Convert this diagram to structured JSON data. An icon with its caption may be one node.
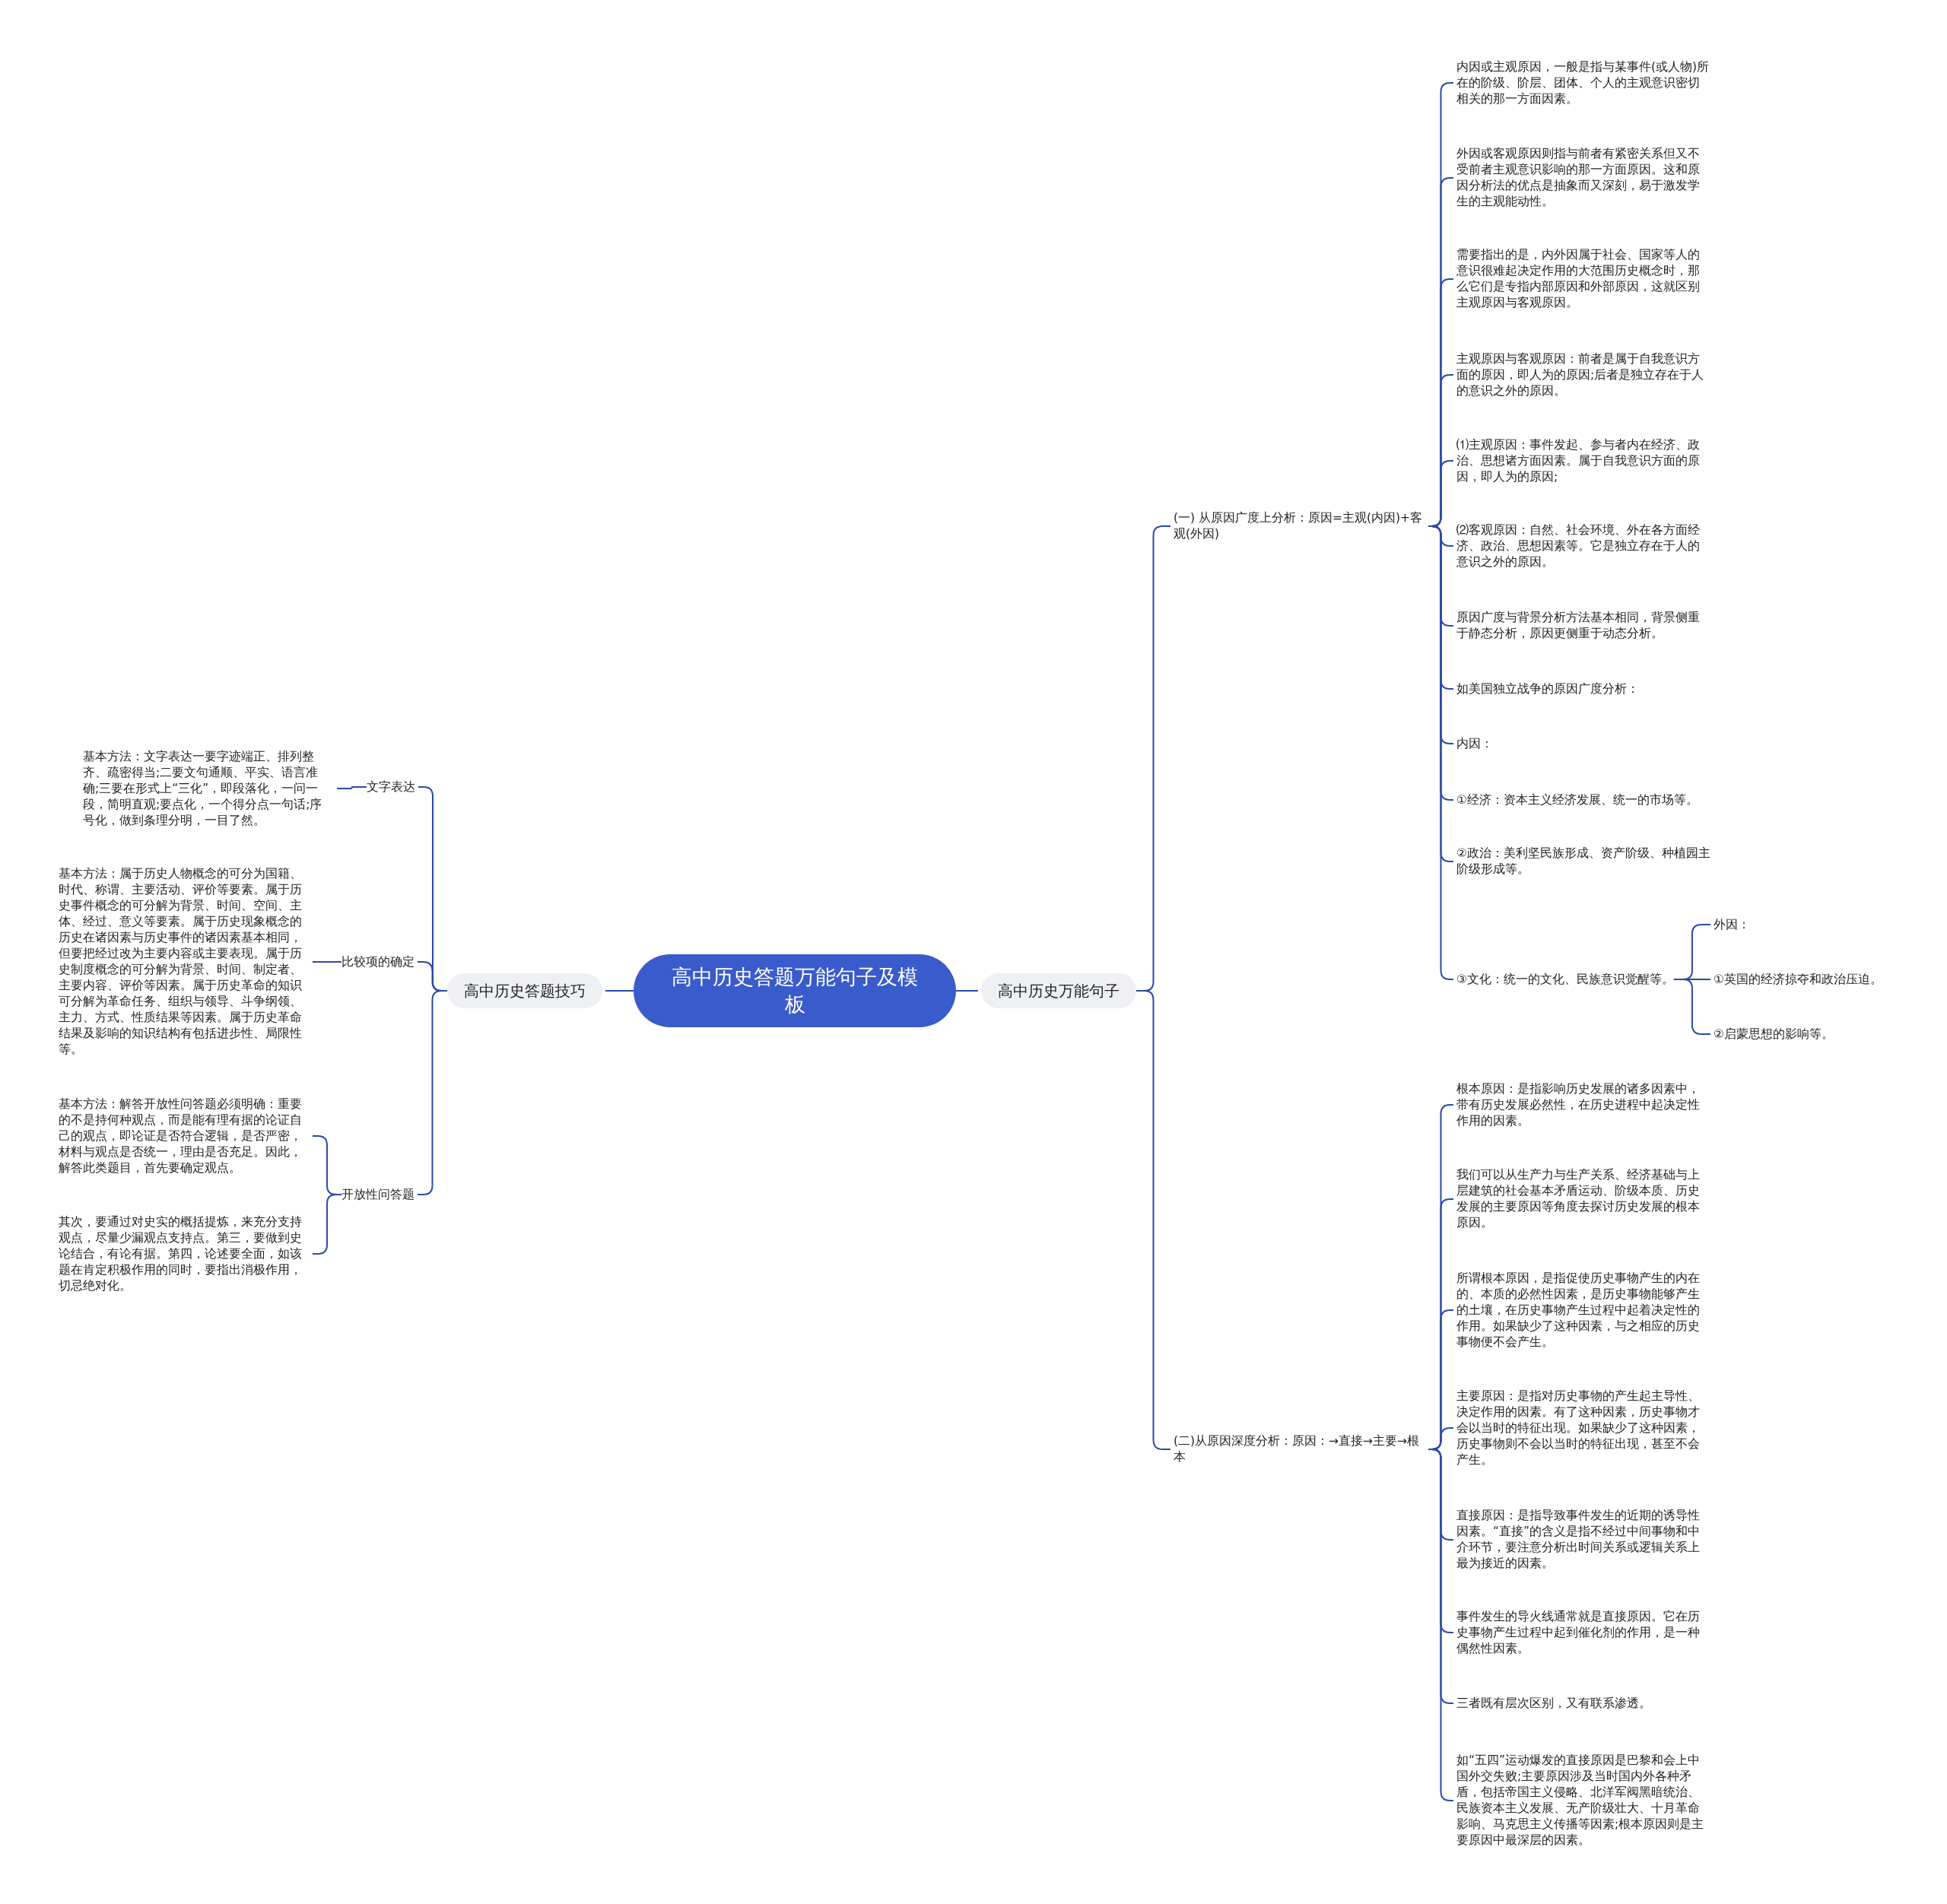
{
  "diagram": {
    "nodes": [
      {
        "text": [
          "高中历史答题万能句子及模板"
        ]
      },
      {
        "text": [
          "高中历史万能句子"
        ]
      },
      {
        "text": [
          "(一) 从原因广度上分析：原因=主观(内因)+客观(外因)"
        ]
      },
      {
        "text": [
          "内因或主观原因，一般是指与某事件(或人物)所在的阶级、阶层、团体、个人的主观意识密切相关的那一方面因素。"
        ]
      },
      {
        "text": [
          "外因或客观原因则指与前者有紧密关系但又不受前者主观意识影响的那一方面原因。这和原因分析法的优点是抽象而又深刻，易于激发学生的主观能动性。"
        ]
      },
      {
        "text": [
          "需要指出的是，内外因属于社会、国家等人的意识很难起决定作用的大范围历史概念时，那么它们是专指内部原因和外部原因，这就区别主观原因与客观原因。"
        ]
      },
      {
        "text": [
          "主观原因与客观原因：前者是属于自我意识方面的原因，即人为的原因;后者是独立存在于人的意识之外的原因。"
        ]
      },
      {
        "text": [
          "⑴主观原因：事件发起、参与者内在经济、政治、思想诸方面因素。属于自我意识方面的原因，即人为的原因;"
        ]
      },
      {
        "text": [
          "⑵客观原因：自然、社会环境、外在各方面经济、政治、思想因素等。它是独立存在于人的意识之外的原因。"
        ]
      },
      {
        "text": [
          "原因广度与背景分析方法基本相同，背景侧重于静态分析，原因更侧重于动态分析。"
        ]
      },
      {
        "text": [
          "如美国独立战争的原因广度分析："
        ]
      },
      {
        "text": [
          "内因："
        ]
      },
      {
        "text": [
          "①经济：资本主义经济发展、统一的市场等。"
        ]
      },
      {
        "text": [
          "②政治：美利坚民族形成、资产阶级、种植园主阶级形成等。"
        ]
      },
      {
        "text": [
          "③文化：统一的文化、民族意识觉醒等。"
        ]
      },
      {
        "text": [
          "外因："
        ]
      },
      {
        "text": [
          "①英国的经济掠夺和政治压迫。"
        ]
      },
      {
        "text": [
          "②启蒙思想的影响等。"
        ]
      },
      {
        "text": [
          "(二)从原因深度分析：原因：→直接→主要→根本"
        ]
      },
      {
        "text": [
          "根本原因：是指影响历史发展的诸多因素中，带有历史发展必然性，在历史进程中起决定性作用的因素。"
        ]
      },
      {
        "text": [
          "我们可以从生产力与生产关系、经济基础与上层建筑的社会基本矛盾运动、阶级本质、历史发展的主要原因等角度去探讨历史发展的根本原因。"
        ]
      },
      {
        "text": [
          "所谓根本原因，是指促使历史事物产生的内在的、本质的必然性因素，是历史事物能够产生的土壤，在历史事物产生过程中起着决定性的作用。如果缺少了这种因素，与之相应的历史事物便不会产生。"
        ]
      },
      {
        "text": [
          "主要原因：是指对历史事物的产生起主导性、决定作用的因素。有了这种因素，历史事物才会以当时的特征出现。如果缺少了这种因素，历史事物则不会以当时的特征出现，甚至不会产生。"
        ]
      },
      {
        "text": [
          "直接原因：是指导致事件发生的近期的诱导性因素。“直接”的含义是指不经过中间事物和中介环节，要注意分析出时间关系或逻辑关系上最为接近的因素。"
        ]
      },
      {
        "text": [
          "事件发生的导火线通常就是直接原因。它在历史事物产生过程中起到催化剂的作用，是一种偶然性因素。"
        ]
      },
      {
        "text": [
          "三者既有层次区别，又有联系渗透。"
        ]
      },
      {
        "text": [
          "如“五四”运动爆发的直接原因是巴黎和会上中国外交失败;主要原因涉及当时国内外各种矛盾，包括帝国主义侵略、北洋军阀黑暗统治、民族资本主义发展、无产阶级壮大、十月革命影响、马克思主义传播等因素;根本原因则是主要原因中最深层的因素。"
        ]
      },
      {
        "text": [
          "高中历史答题技巧"
        ]
      },
      {
        "text": [
          "文字表达"
        ]
      },
      {
        "text": [
          "基本方法：文字表达一要字迹端正、排列整齐、疏密得当;二要文句通顺、平实、语言准确;三要在形式上“三化”，即段落化，一问一段，简明直观;要点化，一个得分点一句话;序号化，做到条理分明，一目了然。"
        ]
      },
      {
        "text": [
          "比较项的确定"
        ]
      },
      {
        "text": [
          "基本方法：属于历史人物概念的可分为国籍、时代、称谓、主要活动、评价等要素。属于历史事件概念的可分解为背景、时间、空间、主体、经过、意义等要素。属于历史现象概念的历史在诸因素与历史事件的诸因素基本相同，但要把经过改为主要内容或主要表现。属于历史制度概念的可分解为背景、时间、制定者、主要内容、评价等因素。属于历史革命的知识可分解为革命任务、组织与领导、斗争纲领、主力、方式、性质结果等因素。属于历史革命结果及影响的知识结构有包括进步性、局限性等。"
        ]
      },
      {
        "text": [
          "开放性问答题"
        ]
      },
      {
        "text": [
          "基本方法：解答开放性问答题必须明确：重要的不是持何种观点，而是能有理有据的论证自己的观点，即论证是否符合逻辑，是否严密，材料与观点是否统一，理由是否充足。因此，解答此类题目，首先要确定观点。"
        ]
      },
      {
        "text": [
          "其次，要通过对史实的概括提炼，来充分支持观点，尽量少漏观点支持点。第三，要做到史论结合，有论有据。第四，论述要全面，如该题在肯定积极作用的同时，要指出消极作用，切忌绝对化。"
        ]
      }
    ],
    "edges": [
      {
        "from": 0,
        "to": 1,
        "arrow": "none"
      },
      {
        "from": 1,
        "to": 2,
        "arrow": "none"
      },
      {
        "from": 2,
        "to": 3,
        "arrow": "none"
      },
      {
        "from": 2,
        "to": 4,
        "arrow": "none"
      },
      {
        "from": 2,
        "to": 5,
        "arrow": "none"
      },
      {
        "from": 2,
        "to": 6,
        "arrow": "none"
      },
      {
        "from": 2,
        "to": 7,
        "arrow": "none"
      },
      {
        "from": 2,
        "to": 8,
        "arrow": "none"
      },
      {
        "from": 2,
        "to": 9,
        "arrow": "none"
      },
      {
        "from": 2,
        "to": 10,
        "arrow": "none"
      },
      {
        "from": 2,
        "to": 11,
        "arrow": "none"
      },
      {
        "from": 2,
        "to": 12,
        "arrow": "none"
      },
      {
        "from": 2,
        "to": 13,
        "arrow": "none"
      },
      {
        "from": 2,
        "to": 14,
        "arrow": "none"
      },
      {
        "from": 14,
        "to": 15,
        "arrow": "none"
      },
      {
        "from": 14,
        "to": 16,
        "arrow": "none"
      },
      {
        "from": 14,
        "to": 17,
        "arrow": "none"
      },
      {
        "from": 1,
        "to": 18,
        "arrow": "none"
      },
      {
        "from": 18,
        "to": 19,
        "arrow": "none"
      },
      {
        "from": 18,
        "to": 20,
        "arrow": "none"
      },
      {
        "from": 18,
        "to": 21,
        "arrow": "none"
      },
      {
        "from": 18,
        "to": 22,
        "arrow": "none"
      },
      {
        "from": 18,
        "to": 23,
        "arrow": "none"
      },
      {
        "from": 18,
        "to": 24,
        "arrow": "none"
      },
      {
        "from": 18,
        "to": 25,
        "arrow": "none"
      },
      {
        "from": 18,
        "to": 26,
        "arrow": "none"
      },
      {
        "from": 0,
        "to": 27,
        "arrow": "none"
      },
      {
        "from": 27,
        "to": 28,
        "arrow": "none"
      },
      {
        "from": 28,
        "to": 29,
        "arrow": "none"
      },
      {
        "from": 27,
        "to": 30,
        "arrow": "none"
      },
      {
        "from": 30,
        "to": 31,
        "arrow": "none"
      },
      {
        "from": 27,
        "to": 32,
        "arrow": "none"
      },
      {
        "from": 32,
        "to": 33,
        "arrow": "none"
      },
      {
        "from": 32,
        "to": 34,
        "arrow": "none"
      }
    ]
  }
}
